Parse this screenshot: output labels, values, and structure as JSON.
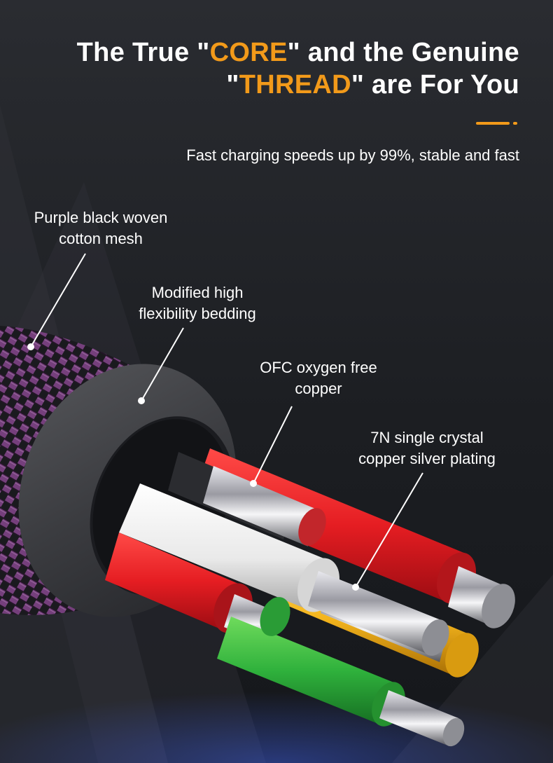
{
  "headline": {
    "line1_prefix": "The True \"",
    "line1_accent": "CORE",
    "line1_suffix": "\" and the Genuine",
    "line2_prefix": "\"",
    "line2_accent": "THREAD",
    "line2_suffix": "\" are For You"
  },
  "subtitle": "Fast charging speeds up by 99%, stable and fast",
  "callouts": {
    "mesh": {
      "line1": "Purple black woven",
      "line2": "cotton mesh"
    },
    "bedding": {
      "line1": "Modified high",
      "line2": "flexibility bedding"
    },
    "ofc": {
      "line1": "OFC oxygen free",
      "line2": "copper"
    },
    "crystal": {
      "line1": "7N single crystal",
      "line2": "copper silver plating"
    }
  },
  "colors": {
    "accent": "#f29a1a",
    "background": "#1d1f24",
    "braid": "#7a3d82",
    "wire_red": "#e8262b",
    "wire_white": "#f2f2f2",
    "wire_green": "#2fb13c",
    "wire_yellow": "#f4b51d"
  }
}
